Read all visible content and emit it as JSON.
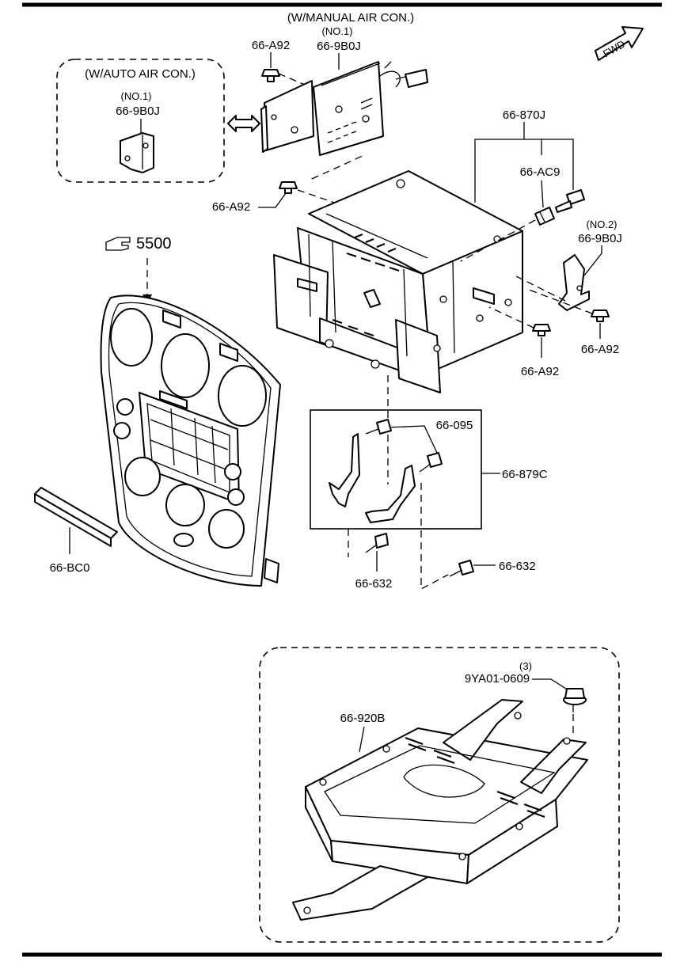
{
  "header": {
    "manual_variant": "(W/MANUAL AIR CON.)",
    "auto_variant": "(W/AUTO AIR CON.)",
    "fwd": "FWD"
  },
  "callouts": {
    "a92_top": "66-A92",
    "no1_manual": "(NO.1)",
    "p9b0j_manual": "66-9B0J",
    "no1_auto": "(NO.1)",
    "p9b0j_auto": "66-9B0J",
    "p870j": "66-870J",
    "pac9": "66-AC9",
    "a92_left": "66-A92",
    "no2": "(NO.2)",
    "p9b0j_no2": "66-9B0J",
    "ref_5500": "5500",
    "a92_right": "66-A92",
    "a92_bottom": "66-A92",
    "p095": "66-095",
    "p879c": "66-879C",
    "pbc0": "66-BC0",
    "p632_left": "66-632",
    "p632_right": "66-632",
    "qty3": "(3)",
    "p9ya01": "9YA01-0609",
    "p920b": "66-920B"
  }
}
